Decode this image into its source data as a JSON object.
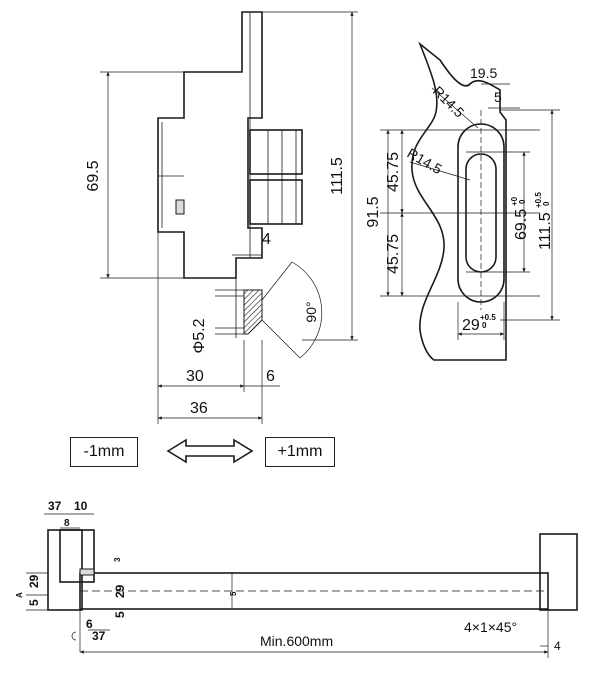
{
  "side_view": {
    "dim_height_69_5": "69.5",
    "dim_height_111_5": "111.5",
    "dim_4": "4",
    "dim_angle_90": "90°",
    "dim_dia_5_2": "Φ5.2",
    "dim_30": "30",
    "dim_6": "6",
    "dim_36": "36"
  },
  "front_view": {
    "dim_19_5": "19.5",
    "dim_5": "5",
    "dim_r14_5_top": "R14.5",
    "dim_r14_5_mid": "R14.5",
    "dim_91_5": "91.5",
    "dim_45_75_top": "45.75",
    "dim_45_75_bottom": "45.75",
    "dim_69_5_tol": "69.5",
    "dim_69_5_tol_upper": "+0",
    "dim_69_5_tol_lower": "0",
    "dim_111_5_tol": "111.5",
    "dim_111_5_tol_upper": "+0.5",
    "dim_111_5_tol_lower": "0",
    "dim_29_tol": "29",
    "dim_29_tol_upper": "+0.5",
    "dim_29_tol_lower": "0"
  },
  "adjustment": {
    "minus_label": "-1mm",
    "plus_label": "+1mm"
  },
  "bottom_view": {
    "dim_37_top": "37",
    "dim_10": "10",
    "dim_8_top": "8",
    "dim_3": "3",
    "dim_29_left": "29",
    "dim_5_left": "5",
    "dim_29_right": "29",
    "dim_5_right": "5",
    "dim_a": "A",
    "dim_5_center": "5",
    "dim_6_bottom": "6",
    "dim_37_bottom": "37",
    "dim_min_length": "Min.600mm",
    "dim_chamfer": "4×1×45°",
    "dim_4_end": "4"
  }
}
